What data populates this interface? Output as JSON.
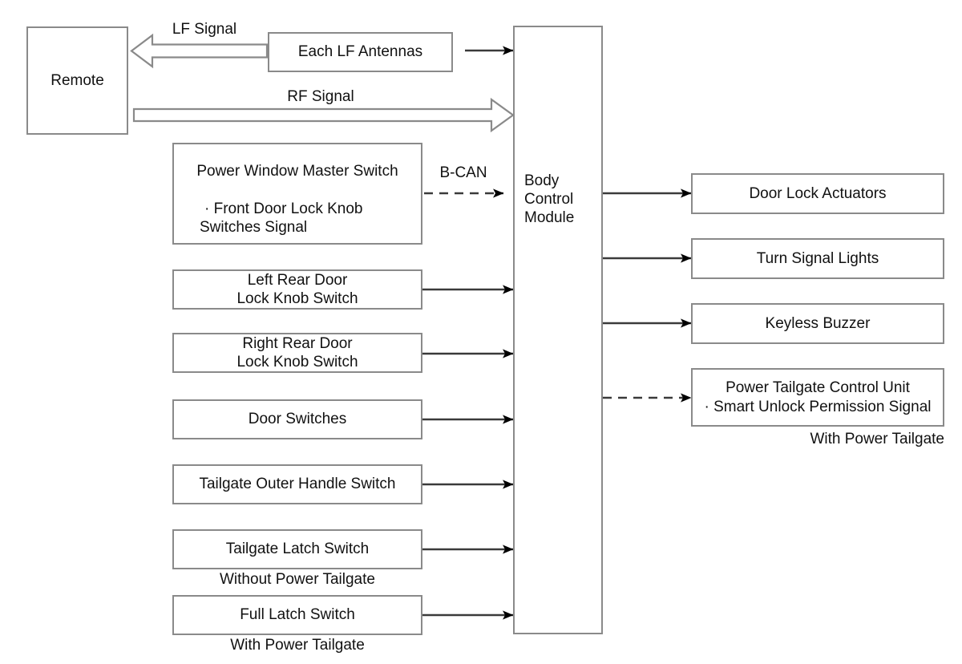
{
  "diagram": {
    "title": "Body Control Module keyless entry block diagram",
    "colors": {
      "box_border": "#8a8a8a",
      "line": "#3a3a3a",
      "arrow_fill": "#000000",
      "hollow_arrow_border": "#8a8a8a",
      "background": "#ffffff",
      "text": "#111111"
    },
    "boxes": {
      "remote": {
        "label": "Remote"
      },
      "lf_antennas": {
        "label": "Each LF Antennas"
      },
      "bcm": {
        "line1": "Body",
        "line2": "Control",
        "line3": "Module"
      },
      "power_window_master_switch": {
        "line1": "Power Window Master Switch",
        "line2": "· Front Door Lock Knob",
        "line3": "Switches Signal"
      },
      "left_rear_door": {
        "line1": "Left Rear Door",
        "line2": "Lock Knob Switch"
      },
      "right_rear_door": {
        "line1": "Right Rear Door",
        "line2": "Lock Knob Switch"
      },
      "door_switches": {
        "label": "Door Switches"
      },
      "tailgate_outer_handle_switch": {
        "label": "Tailgate Outer Handle Switch"
      },
      "tailgate_latch_switch": {
        "label": "Tailgate Latch Switch"
      },
      "full_latch_switch": {
        "label": "Full Latch Switch"
      },
      "door_lock_actuators": {
        "label": "Door Lock Actuators"
      },
      "turn_signal_lights": {
        "label": "Turn Signal Lights"
      },
      "keyless_buzzer": {
        "label": "Keyless Buzzer"
      },
      "power_tailgate_control_unit": {
        "line1": "Power Tailgate Control Unit",
        "line2": "· Smart Unlock Permission Signal"
      }
    },
    "annotations": {
      "lf_signal": "LF Signal",
      "rf_signal": "RF Signal",
      "b_can": "B-CAN",
      "without_power_tailgate": "Without Power Tailgate",
      "with_power_tailgate_left": "With Power Tailgate",
      "with_power_tailgate_right": "With Power Tailgate"
    },
    "connections": [
      {
        "from": "bcm",
        "to": "lf_antennas",
        "style": "solid-arrow",
        "label": ""
      },
      {
        "from": "lf_antennas",
        "to": "remote",
        "style": "hollow-block-arrow",
        "label": "LF Signal"
      },
      {
        "from": "remote",
        "to": "bcm",
        "style": "hollow-block-arrow",
        "label": "RF Signal"
      },
      {
        "from": "power_window_master_switch",
        "to": "bcm",
        "style": "dashed-arrow",
        "label": "B-CAN"
      },
      {
        "from": "left_rear_door",
        "to": "bcm",
        "style": "solid-arrow",
        "label": ""
      },
      {
        "from": "right_rear_door",
        "to": "bcm",
        "style": "solid-arrow",
        "label": ""
      },
      {
        "from": "door_switches",
        "to": "bcm",
        "style": "solid-arrow",
        "label": ""
      },
      {
        "from": "tailgate_outer_handle_switch",
        "to": "bcm",
        "style": "solid-arrow",
        "label": ""
      },
      {
        "from": "tailgate_latch_switch",
        "to": "bcm",
        "style": "solid-arrow",
        "label": ""
      },
      {
        "from": "full_latch_switch",
        "to": "bcm",
        "style": "solid-arrow",
        "label": ""
      },
      {
        "from": "bcm",
        "to": "door_lock_actuators",
        "style": "solid-arrow",
        "label": ""
      },
      {
        "from": "bcm",
        "to": "turn_signal_lights",
        "style": "solid-arrow",
        "label": ""
      },
      {
        "from": "bcm",
        "to": "keyless_buzzer",
        "style": "solid-arrow",
        "label": ""
      },
      {
        "from": "bcm",
        "to": "power_tailgate_control_unit",
        "style": "dashed-arrow",
        "label": ""
      }
    ]
  }
}
